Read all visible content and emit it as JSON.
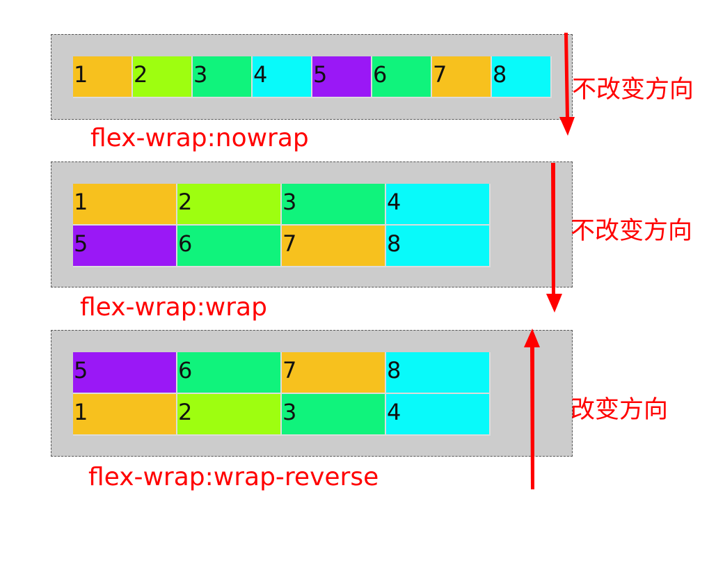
{
  "panels": [
    {
      "caption": "flex-wrap:nowrap",
      "note": "不改变方向",
      "items": [
        {
          "label": "1",
          "color": "#f7c11e"
        },
        {
          "label": "2",
          "color": "#9efe10"
        },
        {
          "label": "3",
          "color": "#10f37c"
        },
        {
          "label": "4",
          "color": "#08fafa"
        },
        {
          "label": "5",
          "color": "#9a18f6"
        },
        {
          "label": "6",
          "color": "#10f37c"
        },
        {
          "label": "7",
          "color": "#f7c11e"
        },
        {
          "label": "8",
          "color": "#08fafa"
        }
      ]
    },
    {
      "caption": "flex-wrap:wrap",
      "note": "不改变方向",
      "items": [
        {
          "label": "1",
          "color": "#f7c11e"
        },
        {
          "label": "2",
          "color": "#9efe10"
        },
        {
          "label": "3",
          "color": "#10f37c"
        },
        {
          "label": "4",
          "color": "#08fafa"
        },
        {
          "label": "5",
          "color": "#9a18f6"
        },
        {
          "label": "6",
          "color": "#10f37c"
        },
        {
          "label": "7",
          "color": "#f7c11e"
        },
        {
          "label": "8",
          "color": "#08fafa"
        }
      ]
    },
    {
      "caption": "flex-wrap:wrap-reverse",
      "note": "改变方向",
      "items": [
        {
          "label": "5",
          "color": "#9a18f6"
        },
        {
          "label": "6",
          "color": "#10f37c"
        },
        {
          "label": "7",
          "color": "#f7c11e"
        },
        {
          "label": "8",
          "color": "#08fafa"
        },
        {
          "label": "1",
          "color": "#f7c11e"
        },
        {
          "label": "2",
          "color": "#9efe10"
        },
        {
          "label": "3",
          "color": "#10f37c"
        },
        {
          "label": "4",
          "color": "#08fafa"
        }
      ]
    }
  ],
  "colors": {
    "panel_bg": "#cccccc",
    "annotation": "#ff0000"
  }
}
